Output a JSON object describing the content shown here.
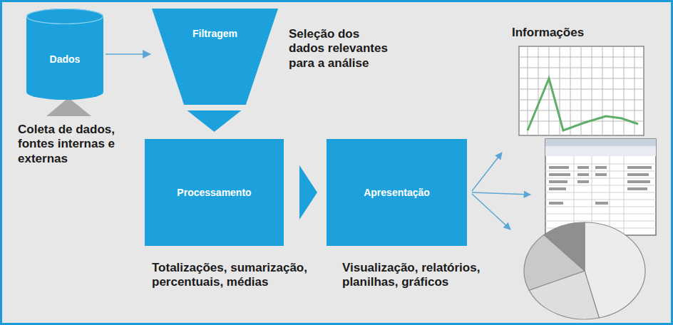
{
  "diagram": {
    "nodes": [
      {
        "text": [
          "Dados"
        ]
      },
      {
        "text": [
          "Filtragem"
        ]
      },
      {
        "text": [
          "Processamento"
        ]
      },
      {
        "text": [
          "Apresentação"
        ]
      }
    ],
    "edges": [
      {
        "from": 0,
        "to": 1,
        "arrow": "to"
      },
      {
        "from": 1,
        "to": 2,
        "arrow": "to"
      },
      {
        "from": 2,
        "to": 3,
        "arrow": "to"
      }
    ],
    "labels": [
      "Coleta de dados, fontes internas e externas",
      "Seleção dos dados relevantes para a análise",
      "Totalizações, sumarização, percentuais, médias",
      "Visualização, relatórios, planilhas, gráficos",
      "Informações"
    ]
  }
}
